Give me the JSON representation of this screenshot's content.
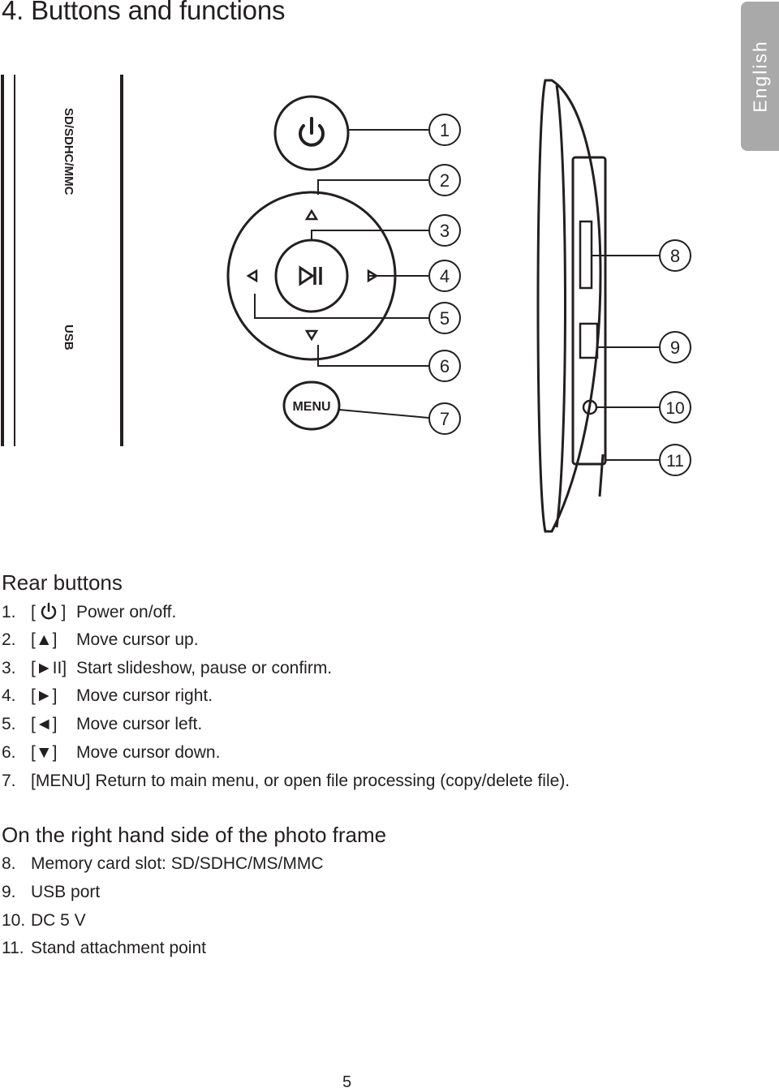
{
  "page_title": "4. Buttons and functions",
  "language_tab": "English",
  "diagram": {
    "side_labels": {
      "card_slot": "SD/SDHC/MMC",
      "usb": "USB"
    },
    "menu_button": "MENU",
    "callouts": [
      "1",
      "2",
      "3",
      "4",
      "5",
      "6",
      "7",
      "8",
      "9",
      "10",
      "11"
    ]
  },
  "rear_buttons": {
    "heading": "Rear buttons",
    "items": [
      {
        "num": "1.",
        "key_text": "",
        "key_icon": "power-icon",
        "desc": "Power on/off."
      },
      {
        "num": "2.",
        "key_text": "[▲]",
        "desc": "Move cursor up."
      },
      {
        "num": "3.",
        "key_text": "[►II]",
        "desc": "Start slideshow, pause or confirm."
      },
      {
        "num": "4.",
        "key_text": "[►]",
        "desc": "Move cursor right."
      },
      {
        "num": "5.",
        "key_text": "[◄]",
        "desc": "Move cursor left."
      },
      {
        "num": "6.",
        "key_text": "[▼]",
        "desc": "Move cursor down."
      },
      {
        "num": "7.",
        "key_text": "[MENU]",
        "desc": "Return to main menu, or open file processing (copy/delete file)."
      }
    ]
  },
  "right_side": {
    "heading": "On the right hand side of the photo frame",
    "items": [
      {
        "num": "8.",
        "desc": "Memory card slot: SD/SDHC/MS/MMC"
      },
      {
        "num": "9.",
        "desc": "USB port"
      },
      {
        "num": "10.",
        "desc": "DC 5 V"
      },
      {
        "num": "11.",
        "desc": "Stand attachment point"
      }
    ]
  },
  "page_number": "5"
}
